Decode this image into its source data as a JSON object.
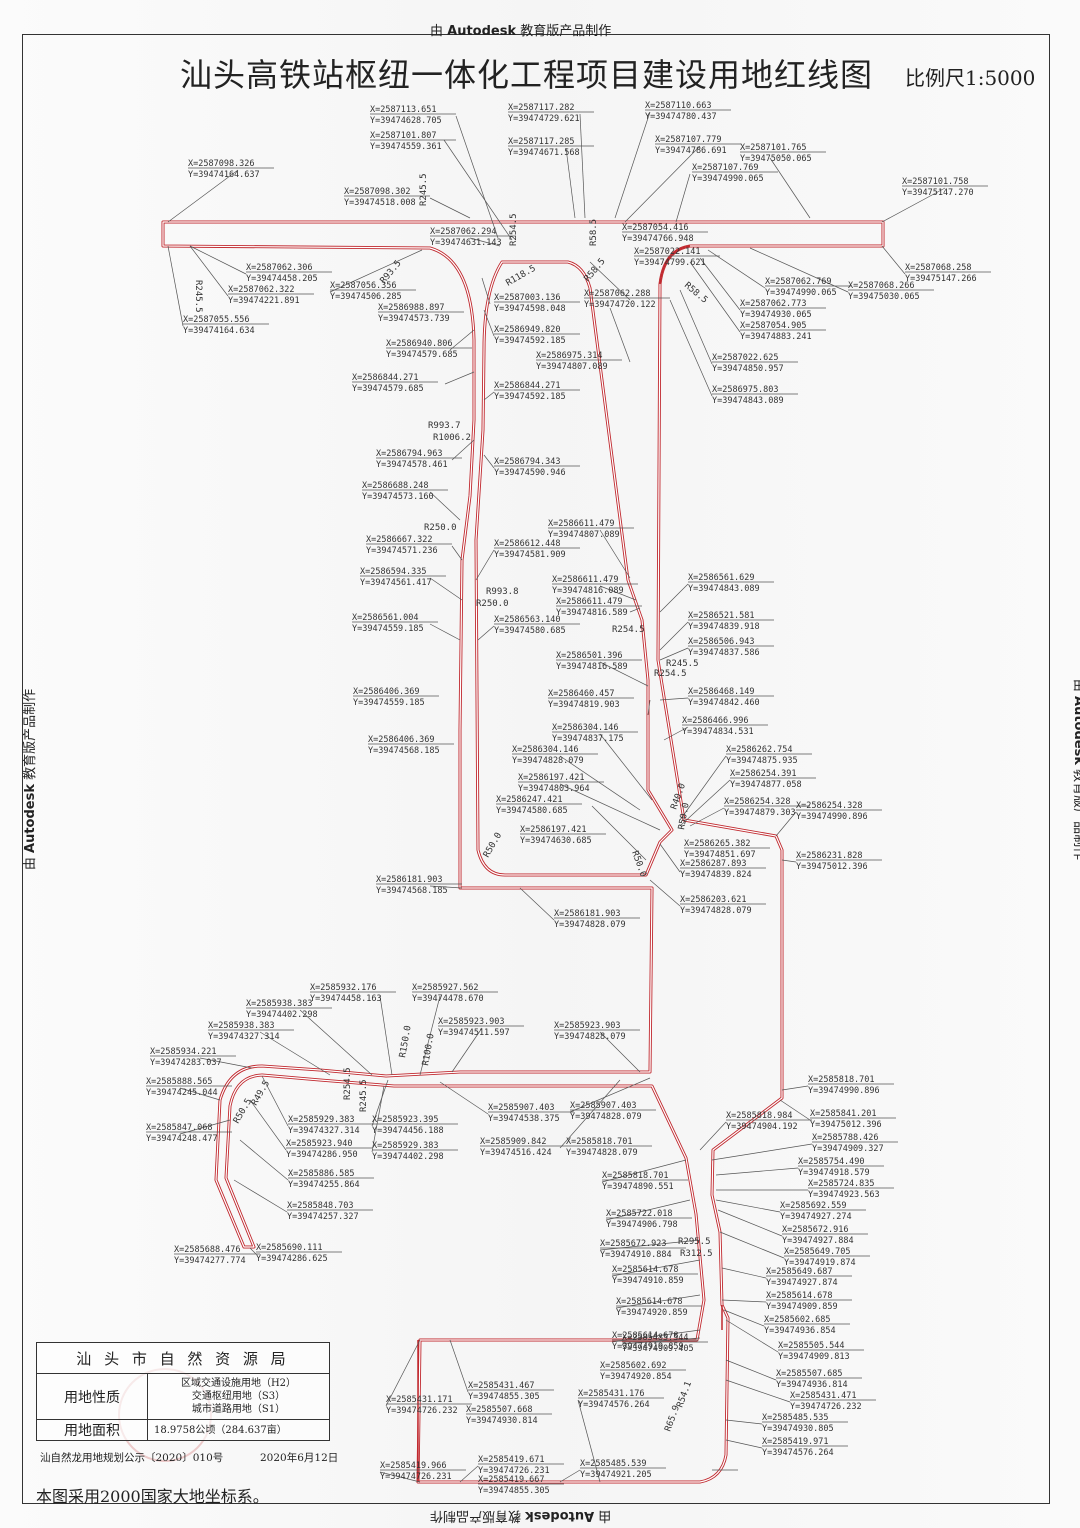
{
  "watermark": {
    "prefix": "由",
    "brand": "Autodesk",
    "suffix": "教育版产品制作"
  },
  "title": "汕头高铁站枢纽一体化工程项目建设用地红线图",
  "scale": "比例尺1:5000",
  "boundary_color": "#c0282e",
  "info_table": {
    "organization": "汕 头 市 自 然 资 源 局",
    "land_use_label": "用地性质",
    "land_use_values": [
      "区域交通设施用地（H2）",
      "交通枢纽用地（S3）",
      "城市道路用地（S1）"
    ],
    "area_label": "用地面积",
    "area_value": "18.9758公顷（284.637亩）"
  },
  "notice": "汕自然龙用地规划公示〔2020〕010号",
  "notice_date": "2020年6月12日",
  "coordinate_system_note": "本图采用2000国家大地坐标系。",
  "coordinate_labels": [
    {
      "x": "X=2587113.651",
      "y": "Y=39474628.705"
    },
    {
      "x": "X=2587101.807",
      "y": "Y=39474559.361"
    },
    {
      "x": "X=2587117.282",
      "y": "Y=39474729.621"
    },
    {
      "x": "X=2587117.285",
      "y": "Y=39474671.568"
    },
    {
      "x": "X=2587110.663",
      "y": "Y=39474780.437"
    },
    {
      "x": "X=2587107.779",
      "y": "Y=39474786.691"
    },
    {
      "x": "X=2587101.765",
      "y": "Y=39475050.065"
    },
    {
      "x": "X=2587107.769",
      "y": "Y=39474990.065"
    },
    {
      "x": "X=2587098.326",
      "y": "Y=39474164.637"
    },
    {
      "x": "X=2587098.302",
      "y": "Y=39474518.008"
    },
    {
      "x": "X=2587101.758",
      "y": "Y=39475147.270"
    },
    {
      "x": "X=2587062.294",
      "y": "Y=39474631.143"
    },
    {
      "x": "X=2587054.416",
      "y": "Y=39474766.948"
    },
    {
      "x": "X=2587022.141",
      "y": "Y=39474799.621"
    },
    {
      "x": "X=2587062.306",
      "y": "Y=39474458.205"
    },
    {
      "x": "X=2587056.356",
      "y": "Y=39474506.285"
    },
    {
      "x": "X=2587062.322",
      "y": "Y=39474221.891"
    },
    {
      "x": "X=2587055.556",
      "y": "Y=39474164.634"
    },
    {
      "x": "X=2587003.136",
      "y": "Y=39474598.048"
    },
    {
      "x": "X=2587062.288",
      "y": "Y=39474720.122"
    },
    {
      "x": "X=2587062.769",
      "y": "Y=39474990.065"
    },
    {
      "x": "X=2587068.266",
      "y": "Y=39475030.065"
    },
    {
      "x": "X=2587068.258",
      "y": "Y=39475147.266"
    },
    {
      "x": "X=2587062.773",
      "y": "Y=39474930.065"
    },
    {
      "x": "X=2586988.897",
      "y": "Y=39474573.739"
    },
    {
      "x": "X=2587054.905",
      "y": "Y=39474883.241"
    },
    {
      "x": "X=2586949.820",
      "y": "Y=39474592.185"
    },
    {
      "x": "X=2586940.806",
      "y": "Y=39474579.685"
    },
    {
      "x": "X=2586975.314",
      "y": "Y=39474807.089"
    },
    {
      "x": "X=2587022.625",
      "y": "Y=39474850.957"
    },
    {
      "x": "X=2586975.803",
      "y": "Y=39474843.089"
    },
    {
      "x": "X=2586844.271",
      "y": "Y=39474579.685"
    },
    {
      "x": "X=2586844.271",
      "y": "Y=39474592.185"
    },
    {
      "x": "X=2586794.963",
      "y": "Y=39474578.461"
    },
    {
      "x": "X=2586794.343",
      "y": "Y=39474590.946"
    },
    {
      "x": "X=2586688.248",
      "y": "Y=39474573.160"
    },
    {
      "x": "X=2586611.479",
      "y": "Y=39474807.089"
    },
    {
      "x": "X=2586667.322",
      "y": "Y=39474571.236"
    },
    {
      "x": "X=2586612.448",
      "y": "Y=39474581.909"
    },
    {
      "x": "X=2586594.335",
      "y": "Y=39474561.417"
    },
    {
      "x": "X=2586611.479",
      "y": "Y=39474816.089"
    },
    {
      "x": "X=2586611.479",
      "y": "Y=39474816.589"
    },
    {
      "x": "X=2586561.629",
      "y": "Y=39474843.089"
    },
    {
      "x": "X=2586561.004",
      "y": "Y=39474559.185"
    },
    {
      "x": "X=2586563.140",
      "y": "Y=39474580.685"
    },
    {
      "x": "X=2586521.581",
      "y": "Y=39474839.918"
    },
    {
      "x": "X=2586506.943",
      "y": "Y=39474837.586"
    },
    {
      "x": "X=2586501.396",
      "y": "Y=39474816.589"
    },
    {
      "x": "X=2586468.149",
      "y": "Y=39474842.460"
    },
    {
      "x": "X=2586406.369",
      "y": "Y=39474559.185"
    },
    {
      "x": "X=2586460.457",
      "y": "Y=39474819.903"
    },
    {
      "x": "X=2586466.996",
      "y": "Y=39474834.531"
    },
    {
      "x": "X=2586406.369",
      "y": "Y=39474568.185"
    },
    {
      "x": "X=2586304.146",
      "y": "Y=39474837.175"
    },
    {
      "x": "X=2586304.146",
      "y": "Y=39474828.079"
    },
    {
      "x": "X=2586262.754",
      "y": "Y=39474875.935"
    },
    {
      "x": "X=2586254.391",
      "y": "Y=39474877.058"
    },
    {
      "x": "X=2586197.421",
      "y": "Y=39474803.964"
    },
    {
      "x": "X=2586247.421",
      "y": "Y=39474580.685"
    },
    {
      "x": "X=2586254.328",
      "y": "Y=39474879.303"
    },
    {
      "x": "X=2586254.328",
      "y": "Y=39474990.896"
    },
    {
      "x": "X=2586197.421",
      "y": "Y=39474630.685"
    },
    {
      "x": "X=2586265.382",
      "y": "Y=39474851.697"
    },
    {
      "x": "X=2586287.893",
      "y": "Y=39474839.824"
    },
    {
      "x": "X=2586231.828",
      "y": "Y=39475012.396"
    },
    {
      "x": "X=2586181.903",
      "y": "Y=39474568.185"
    },
    {
      "x": "X=2586203.621",
      "y": "Y=39474828.079"
    },
    {
      "x": "X=2586181.903",
      "y": "Y=39474828.079"
    },
    {
      "x": "X=2585932.176",
      "y": "Y=39474458.163"
    },
    {
      "x": "X=2585927.562",
      "y": "Y=39474478.670"
    },
    {
      "x": "X=2585938.383",
      "y": "Y=39474402.298"
    },
    {
      "x": "X=2585923.903",
      "y": "Y=39474511.597"
    },
    {
      "x": "X=2585938.383",
      "y": "Y=39474327.314"
    },
    {
      "x": "X=2585923.903",
      "y": "Y=39474828.079"
    },
    {
      "x": "X=2585934.221",
      "y": "Y=39474283.037"
    },
    {
      "x": "X=2585818.701",
      "y": "Y=39474990.896"
    },
    {
      "x": "X=2585888.565",
      "y": "Y=39474245.044"
    },
    {
      "x": "X=2585907.403",
      "y": "Y=39474538.375"
    },
    {
      "x": "X=2585907.403",
      "y": "Y=39474828.079"
    },
    {
      "x": "X=2585929.383",
      "y": "Y=39474327.314"
    },
    {
      "x": "X=2585923.395",
      "y": "Y=39474456.188"
    },
    {
      "x": "X=2585818.984",
      "y": "Y=39474904.192"
    },
    {
      "x": "X=2585841.201",
      "y": "Y=39475012.396"
    },
    {
      "x": "X=2585847.068",
      "y": "Y=39474248.477"
    },
    {
      "x": "X=2585923.940",
      "y": "Y=39474286.950"
    },
    {
      "x": "X=2585929.383",
      "y": "Y=39474402.298"
    },
    {
      "x": "X=2585909.842",
      "y": "Y=39474516.424"
    },
    {
      "x": "X=2585818.701",
      "y": "Y=39474828.079"
    },
    {
      "x": "X=2585788.426",
      "y": "Y=39474909.327"
    },
    {
      "x": "X=2585886.585",
      "y": "Y=39474255.864"
    },
    {
      "x": "X=2585818.701",
      "y": "Y=39474890.551"
    },
    {
      "x": "X=2585754.490",
      "y": "Y=39474918.579"
    },
    {
      "x": "X=2585724.835",
      "y": "Y=39474923.563"
    },
    {
      "x": "X=2585848.703",
      "y": "Y=39474257.327"
    },
    {
      "x": "X=2585692.559",
      "y": "Y=39474927.274"
    },
    {
      "x": "X=2585722.018",
      "y": "Y=39474906.798"
    },
    {
      "x": "X=2585672.916",
      "y": "Y=39474927.884"
    },
    {
      "x": "X=2585672.923",
      "y": "Y=39474910.884"
    },
    {
      "x": "X=2585649.705",
      "y": "Y=39474919.874"
    },
    {
      "x": "X=2585688.476",
      "y": "Y=39474277.774"
    },
    {
      "x": "X=2585690.111",
      "y": "Y=39474286.625"
    },
    {
      "x": "X=2585614.678",
      "y": "Y=39474910.859"
    },
    {
      "x": "X=2585649.687",
      "y": "Y=39474927.874"
    },
    {
      "x": "X=2585614.678",
      "y": "Y=39474920.859"
    },
    {
      "x": "X=2585614.678",
      "y": "Y=39474909.859"
    },
    {
      "x": "X=2585614.678",
      "y": "Y=39474919.859"
    },
    {
      "x": "X=2585602.685",
      "y": "Y=39474936.854"
    },
    {
      "x": "X=2585505.544",
      "y": "Y=39474909.813"
    },
    {
      "x": "X=2585485.544",
      "y": "Y=39474909.405"
    },
    {
      "x": "X=2585602.692",
      "y": "Y=39474920.854"
    },
    {
      "x": "X=2585507.685",
      "y": "Y=39474936.814"
    },
    {
      "x": "X=2585431.471",
      "y": "Y=39474726.232"
    },
    {
      "x": "X=2585431.467",
      "y": "Y=39474855.305"
    },
    {
      "x": "X=2585431.176",
      "y": "Y=39474576.264"
    },
    {
      "x": "X=2585431.171",
      "y": "Y=39474726.232"
    },
    {
      "x": "X=2585507.668",
      "y": "Y=39474930.814"
    },
    {
      "x": "X=2585485.535",
      "y": "Y=39474930.805"
    },
    {
      "x": "X=2585419.971",
      "y": "Y=39474576.264"
    },
    {
      "x": "X=2585419.966",
      "y": "Y=39474726.231"
    },
    {
      "x": "X=2585419.671",
      "y": "Y=39474726.231"
    },
    {
      "x": "X=2585419.667",
      "y": "Y=39474855.305"
    },
    {
      "x": "X=2585485.539",
      "y": "Y=39474921.205"
    }
  ],
  "radius_labels": [
    "R245.5",
    "R254.5",
    "R58.5",
    "R245.5",
    "R93.5",
    "R118.5",
    "R58.5",
    "R58.5",
    "R993.7",
    "R1006.2",
    "R250.0",
    "R993.8",
    "R250.0",
    "R254.5",
    "R245.5",
    "R254.5",
    "R40.0",
    "R50.0",
    "R50.0",
    "R50.0",
    "R150.0",
    "R100.0",
    "R254.5",
    "R245.5",
    "R49.5",
    "R50.5",
    "R295.5",
    "R312.5",
    "R54.1",
    "R65.9"
  ]
}
